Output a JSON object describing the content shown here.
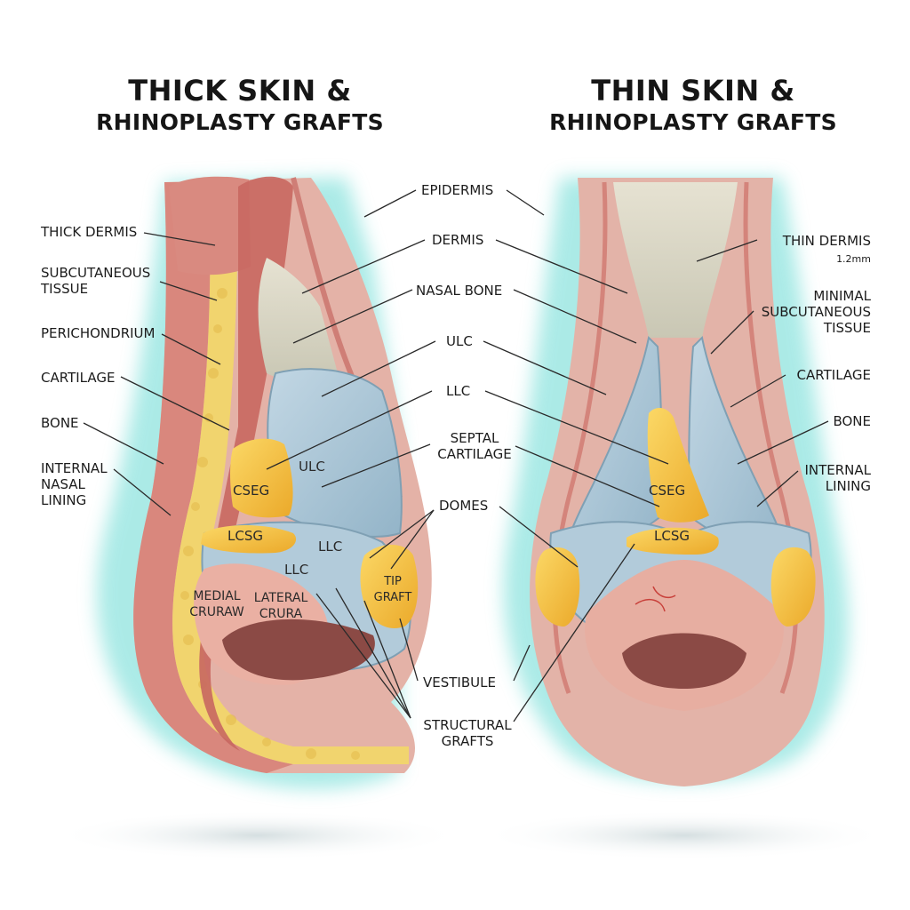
{
  "titles": {
    "left": {
      "line1": "THICK SKIN &",
      "line2": "RHINOPLASTY GRAFTS"
    },
    "right": {
      "line1": "THIN SKIN &",
      "line2": "RHINOPLASTY GRAFTS"
    }
  },
  "labels": {
    "left": {
      "thick_dermis": "THICK DERMIS",
      "subcutaneous": "SUBCUTANEOUS\nTISSUE",
      "perichondrium": "PERICHONDRIUM",
      "cartilage": "CARTILAGE",
      "bone": "BONE",
      "internal_lining": "INTERNAL\nNASAL\nLINING"
    },
    "center": {
      "epidermis": "EPIDERMIS",
      "dermis": "DERMIS",
      "nasal_bone": "NASAL BONE",
      "ulc": "ULC",
      "llc": "LLC",
      "septal": "SEPTAL\nCARTILAGE",
      "domes": "DOMES",
      "vestibule": "VESTIBULE",
      "structural": "STRUCTURAL\nGRAFTS"
    },
    "right": {
      "thin_dermis": "THIN DERMIS",
      "thin_dermis_value": "1.2mm",
      "minimal": "MINIMAL\nSUBCUTANEOUS\nTISSUE",
      "cartilage": "CARTILAGE",
      "bone": "BONE",
      "internal_lining": "INTERNAL\nLINING"
    },
    "inner_left": {
      "ulc": "ULC",
      "cseg": "CSEG",
      "lcsg": "LCSG",
      "llc_a": "LLC",
      "llc_b": "LLC",
      "tip_graft": "TIP\nGRAFT",
      "medial": "MEDIAL\nCRURAW",
      "lateral": "LATERAL\nCRURA"
    },
    "inner_right": {
      "cseg": "CSEG",
      "lcsg": "LCSG"
    }
  },
  "colors": {
    "skin_glow": "#6fdcd6",
    "dermis": "#d98a80",
    "fat": "#f0d36a",
    "bone": "#d9d6c4",
    "cartilage": "#a9c6d8",
    "graft": "#f6c53c",
    "vestibule": "#e9b0a3"
  }
}
